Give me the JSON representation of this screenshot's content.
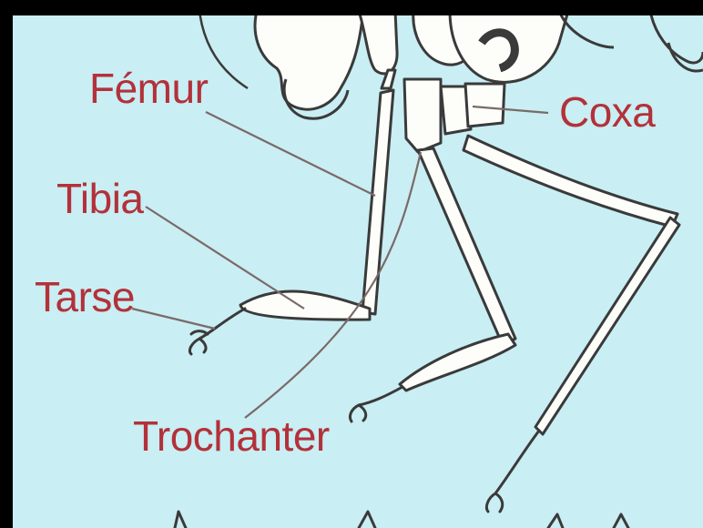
{
  "colors": {
    "background": "#c9eef3",
    "label": "#b3313a",
    "outline": "#3a3a3a",
    "segment_fill": "#fdfdf9",
    "leader_line": "#7a6a68",
    "frame": "#000000"
  },
  "labels": {
    "femur": "Fémur",
    "coxa": "Coxa",
    "tibia": "Tibia",
    "tarse": "Tarse",
    "trochanter": "Trochanter"
  }
}
